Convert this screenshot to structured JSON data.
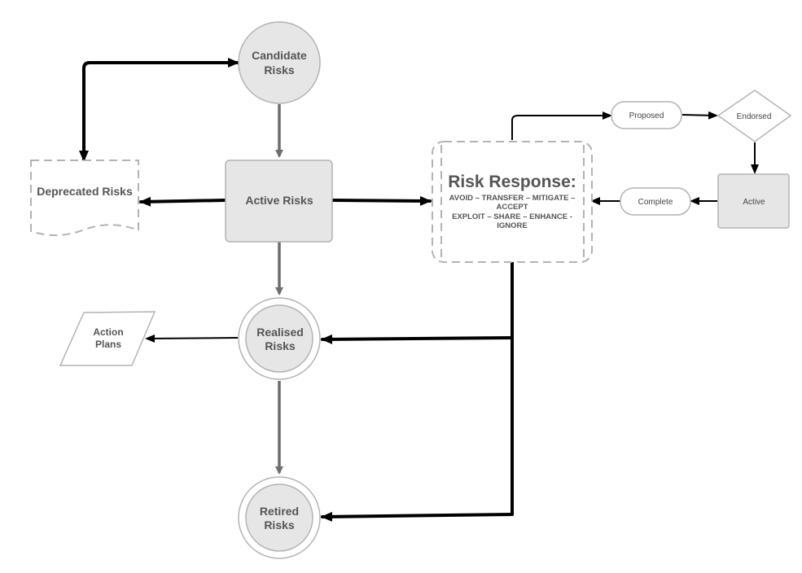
{
  "nodes": {
    "candidate": {
      "line1": "Candidate",
      "line2": "Risks"
    },
    "active_risks": {
      "label": "Active Risks"
    },
    "deprecated": {
      "label": "Deprecated Risks"
    },
    "risk_response": {
      "title": "Risk Response:",
      "line1": "AVOID – TRANSFER – MITIGATE  –",
      "line2": "ACCEPT",
      "line3": "EXPLOIT – SHARE – ENHANCE -",
      "line4": "IGNORE"
    },
    "realised": {
      "line1": "Realised",
      "line2": "Risks"
    },
    "retired": {
      "line1": "Retired",
      "line2": "Risks"
    },
    "action_plans": {
      "line1": "Action",
      "line2": "Plans"
    },
    "proposed": {
      "label": "Proposed"
    },
    "endorsed": {
      "label": "Endorsed"
    },
    "active_state": {
      "label": "Active"
    },
    "complete": {
      "label": "Complete"
    }
  },
  "colors": {
    "node_fill": "#e6e6e6",
    "node_stroke": "#b3b3b3",
    "text": "#555555",
    "edge_gray": "#6e6e6e",
    "edge_black": "#000000"
  }
}
